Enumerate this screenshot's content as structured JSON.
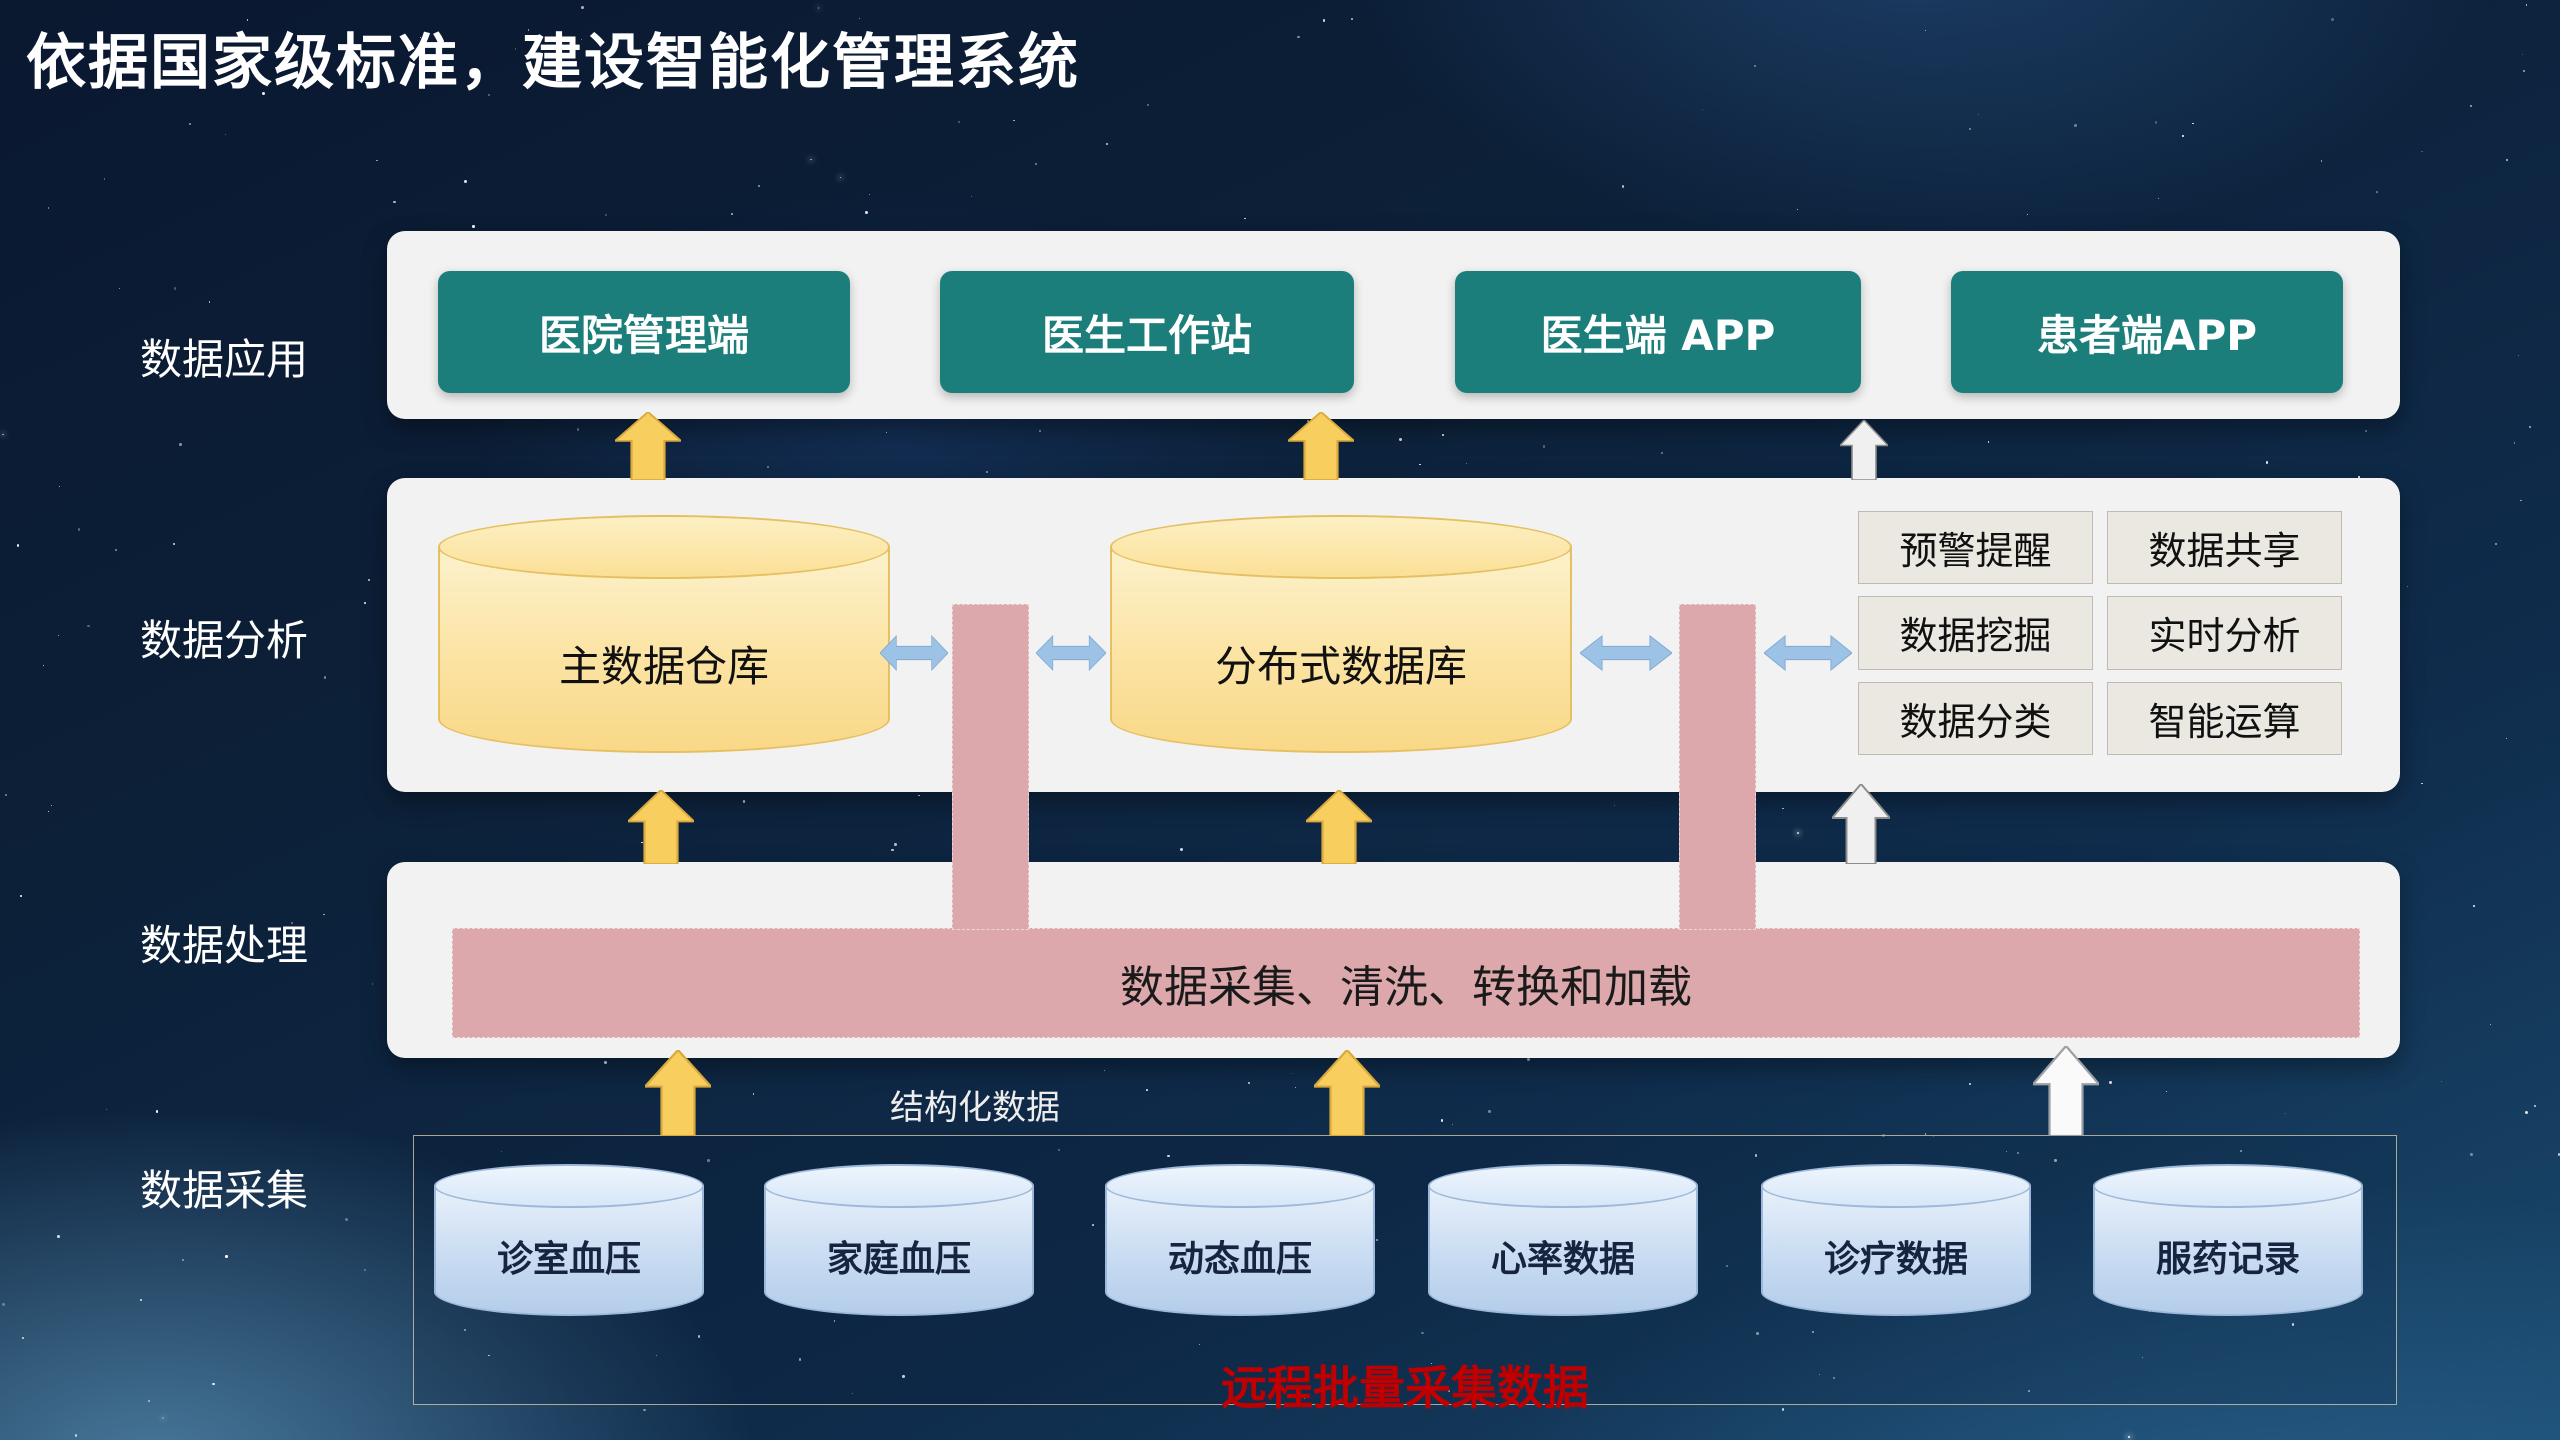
{
  "title": "依据国家级标准，建设智能化管理系统",
  "colors": {
    "teal": "#1B7E7A",
    "band_bg": "#F2F2F2",
    "pink": "#DCA8AC",
    "yellow_arrow": "#F8CE5F",
    "blue_arrow": "#9CC3E5",
    "red_caption": "#C00000"
  },
  "layers": {
    "application": {
      "label": "数据应用",
      "apps": [
        {
          "label": "医院管理端"
        },
        {
          "label": "医生工作站"
        },
        {
          "label": "医生端 APP"
        },
        {
          "label": "患者端APP"
        }
      ]
    },
    "analysis": {
      "label": "数据分析",
      "warehouse_main": "主数据仓库",
      "warehouse_distributed": "分布式数据库",
      "functions": [
        "预警提醒",
        "数据共享",
        "数据挖掘",
        "实时分析",
        "数据分类",
        "智能运算"
      ]
    },
    "processing": {
      "label": "数据处理",
      "etl": "数据采集、清洗、转换和加载",
      "structured_note": "结构化数据"
    },
    "collection": {
      "label": "数据采集",
      "sources": [
        "诊室血压",
        "家庭血压",
        "动态血压",
        "心率数据",
        "诊疗数据",
        "服药记录"
      ],
      "caption": "远程批量采集数据"
    }
  }
}
